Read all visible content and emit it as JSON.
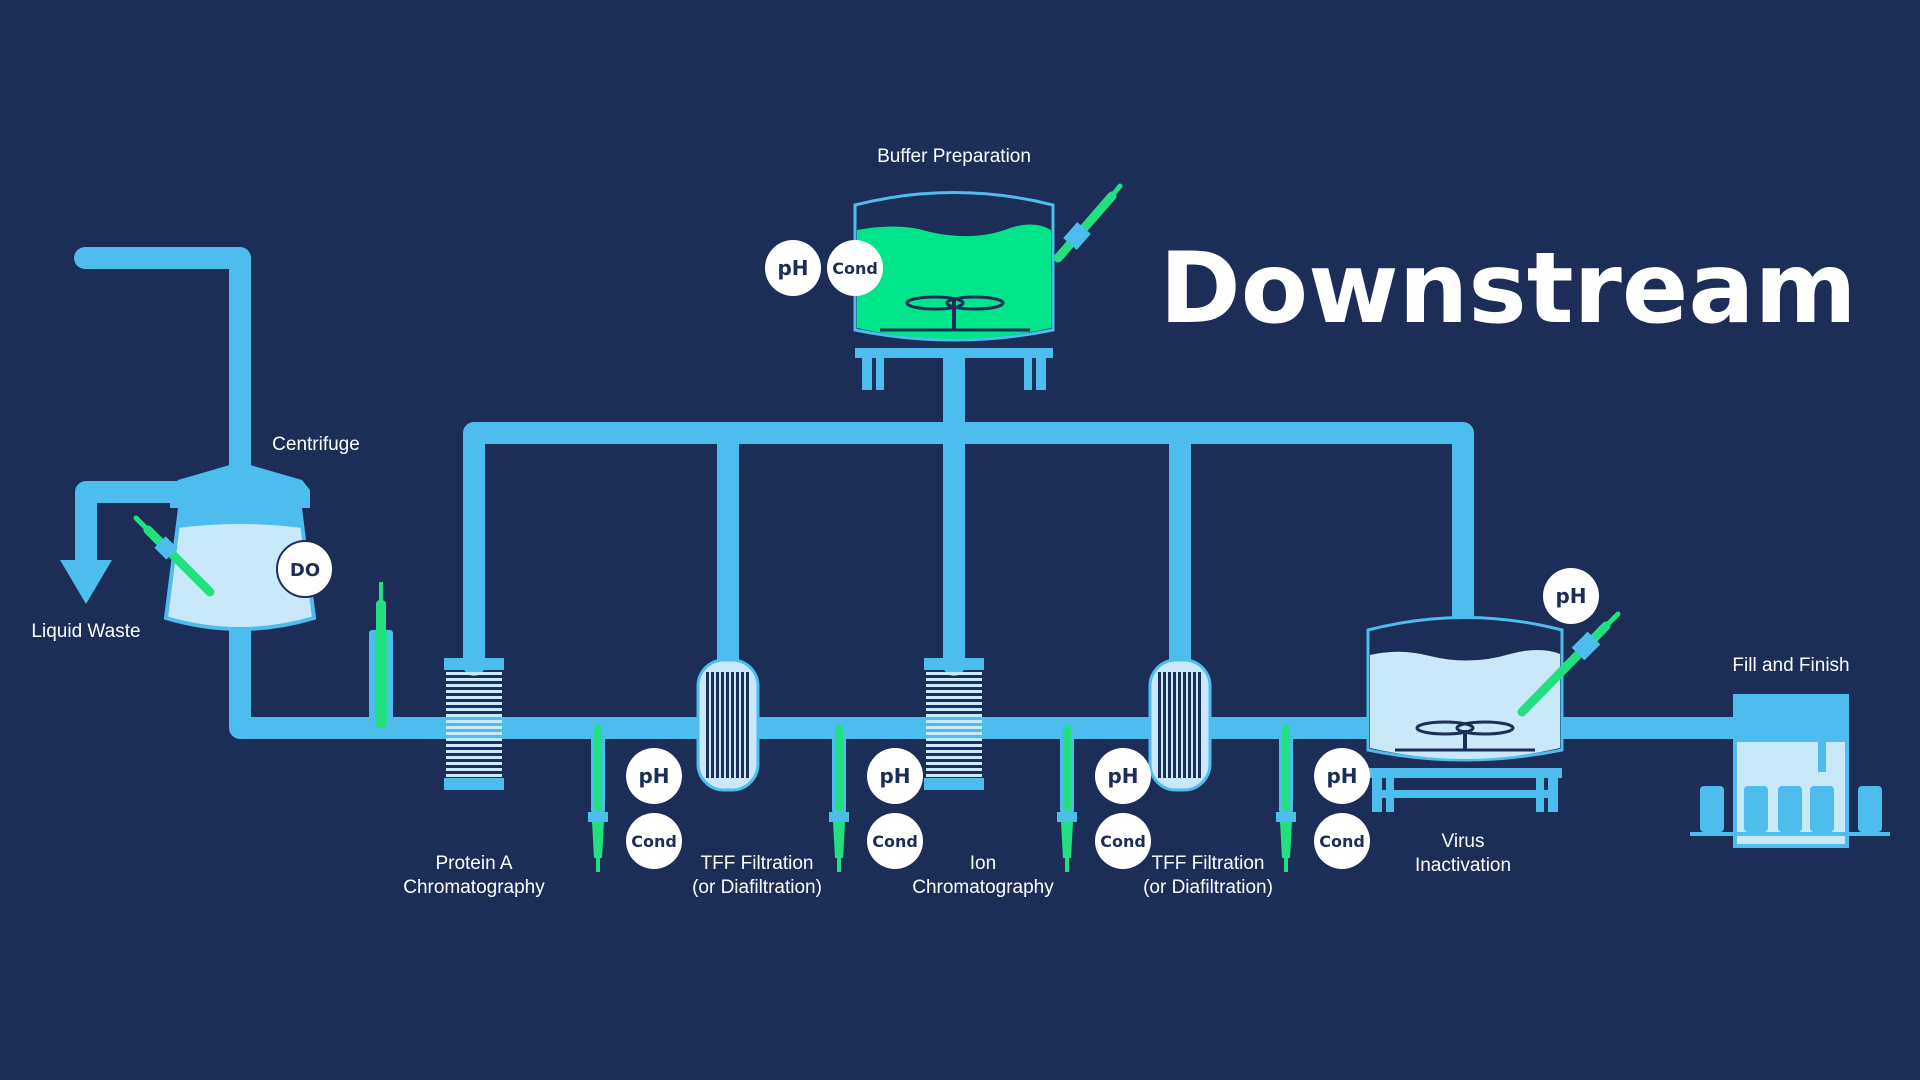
{
  "title": "Downstream",
  "colors": {
    "background": "#1c2d57",
    "pipe": "#4dbdee",
    "liquid_light": "#c9e9fa",
    "liquid_green": "#00e58a",
    "probe_green": "#22e07f",
    "badge_fill": "#ffffff",
    "badge_text": "#1c2d57"
  },
  "labels": {
    "buffer_preparation": "Buffer Preparation",
    "centrifuge": "Centrifuge",
    "liquid_waste": "Liquid Waste",
    "protein_a_line1": "Protein A",
    "protein_a_line2": "Chromatography",
    "tff1_line1": "TFF Filtration",
    "tff1_line2": "(or Diafiltration)",
    "ion_line1": "Ion",
    "ion_line2": "Chromatography",
    "tff2_line1": "TFF Filtration",
    "tff2_line2": "(or Diafiltration)",
    "virus_line1": "Virus",
    "virus_line2": "Inactivation",
    "fill_finish": "Fill and Finish"
  },
  "badges": {
    "ph": "pH",
    "cond": "Cond",
    "do": "DO"
  }
}
